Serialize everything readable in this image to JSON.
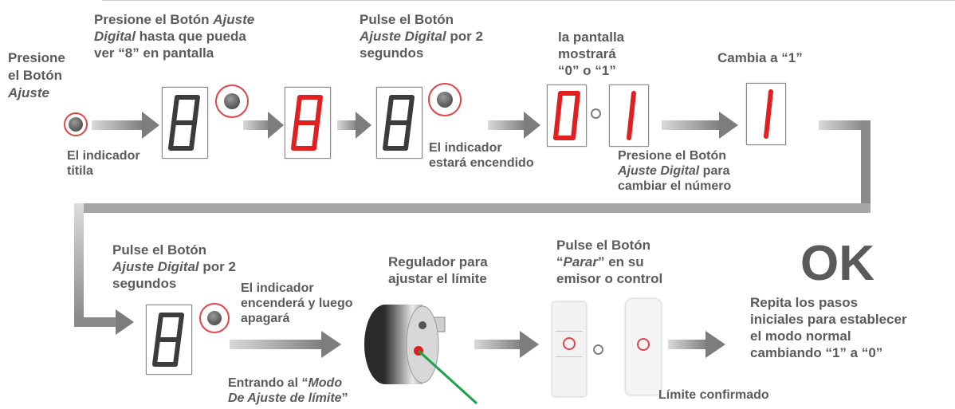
{
  "step1": {
    "line1": "Presione",
    "line2": "el Botón",
    "line3": "Ajuste"
  },
  "note1": {
    "line1": "El indicador",
    "line2": "titila"
  },
  "step2": {
    "pre1": "Presione el Botón ",
    "it1": "Ajuste",
    "it2": "Digital",
    "post2": " hasta que pueda",
    "line3": "ver “8” en pantalla"
  },
  "step3": {
    "line1": "Pulse el Botón",
    "it": "Ajuste Digital",
    "post": " por 2",
    "line3": "segundos"
  },
  "note3": {
    "line1": "El indicador",
    "line2": "estará encendido"
  },
  "step4": {
    "line1": "la pantalla",
    "line2": "mostrará",
    "line3": "“0” o “1”"
  },
  "note4": {
    "pre": "Presione el Botón",
    "it": "Ajuste Digital",
    "post": " para",
    "line3": "cambiar el número"
  },
  "step5": {
    "line1": "Cambia a “1”"
  },
  "step6": {
    "line1": "Pulse el Botón",
    "it": "Ajuste Digital",
    "post": " por 2",
    "line3": "segundos"
  },
  "note6": {
    "line1": "El indicador",
    "line2": "encenderá y luego",
    "line3": "apagará"
  },
  "note6b": {
    "pre": "Entrando al “",
    "it1": "Modo",
    "it2": "De Ajuste de límite",
    "post": "”"
  },
  "step7": {
    "line1": "Regulador para",
    "line2": "ajustar el límite"
  },
  "step8": {
    "pre": "Pulse el Botón",
    "q1": "“",
    "it": "Parar",
    "q2": "” en su",
    "line3": "emisor o control"
  },
  "note8": {
    "line1": "Límite confirmado"
  },
  "ok": {
    "label": "OK"
  },
  "final": {
    "line1": "Repita los pasos",
    "line2": "iniciales para establecer",
    "line3": "el modo normal",
    "line4": "cambiando “1” a “0”"
  },
  "separators": {
    "or": "o"
  },
  "colors": {
    "segment_on": "#e02020",
    "segment_dark": "#3c3c3c",
    "ring": "#e0454a",
    "arrow": "#8c8c8c"
  }
}
